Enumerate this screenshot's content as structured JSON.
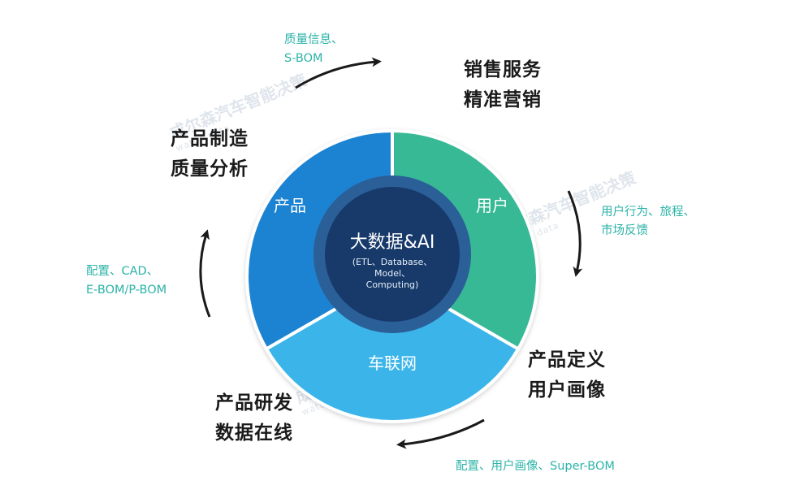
{
  "watermark": {
    "text": "成尔森汽车智能决策",
    "sub": "watus data"
  },
  "wheel": {
    "center_title": "大数据&AI",
    "center_sub": [
      "(ETL、Database、",
      "Model、",
      "Computing)"
    ],
    "segments": {
      "product": "产品",
      "user": "用户",
      "connected_car": "车联网"
    },
    "colors": {
      "product": "#1e83d2",
      "user": "#39b996",
      "connected_car": "#3ab5e9",
      "hub_ring": "#2b5f98",
      "hub": "#173a6a"
    }
  },
  "phases": {
    "sales": [
      "销售服务",
      "精准营销"
    ],
    "manufacturing": [
      "产品制造",
      "质量分析"
    ],
    "definition": [
      "产品定义",
      "用户画像"
    ],
    "development": [
      "产品研发",
      "数据在线"
    ]
  },
  "notes": {
    "top": [
      "质量信息、",
      "S-BOM"
    ],
    "right": [
      "用户行为、旅程、",
      "市场反馈"
    ],
    "left": [
      "配置、CAD、",
      "E-BOM/P-BOM"
    ],
    "bottom": [
      "配置、用户画像、Super-BOM"
    ]
  }
}
